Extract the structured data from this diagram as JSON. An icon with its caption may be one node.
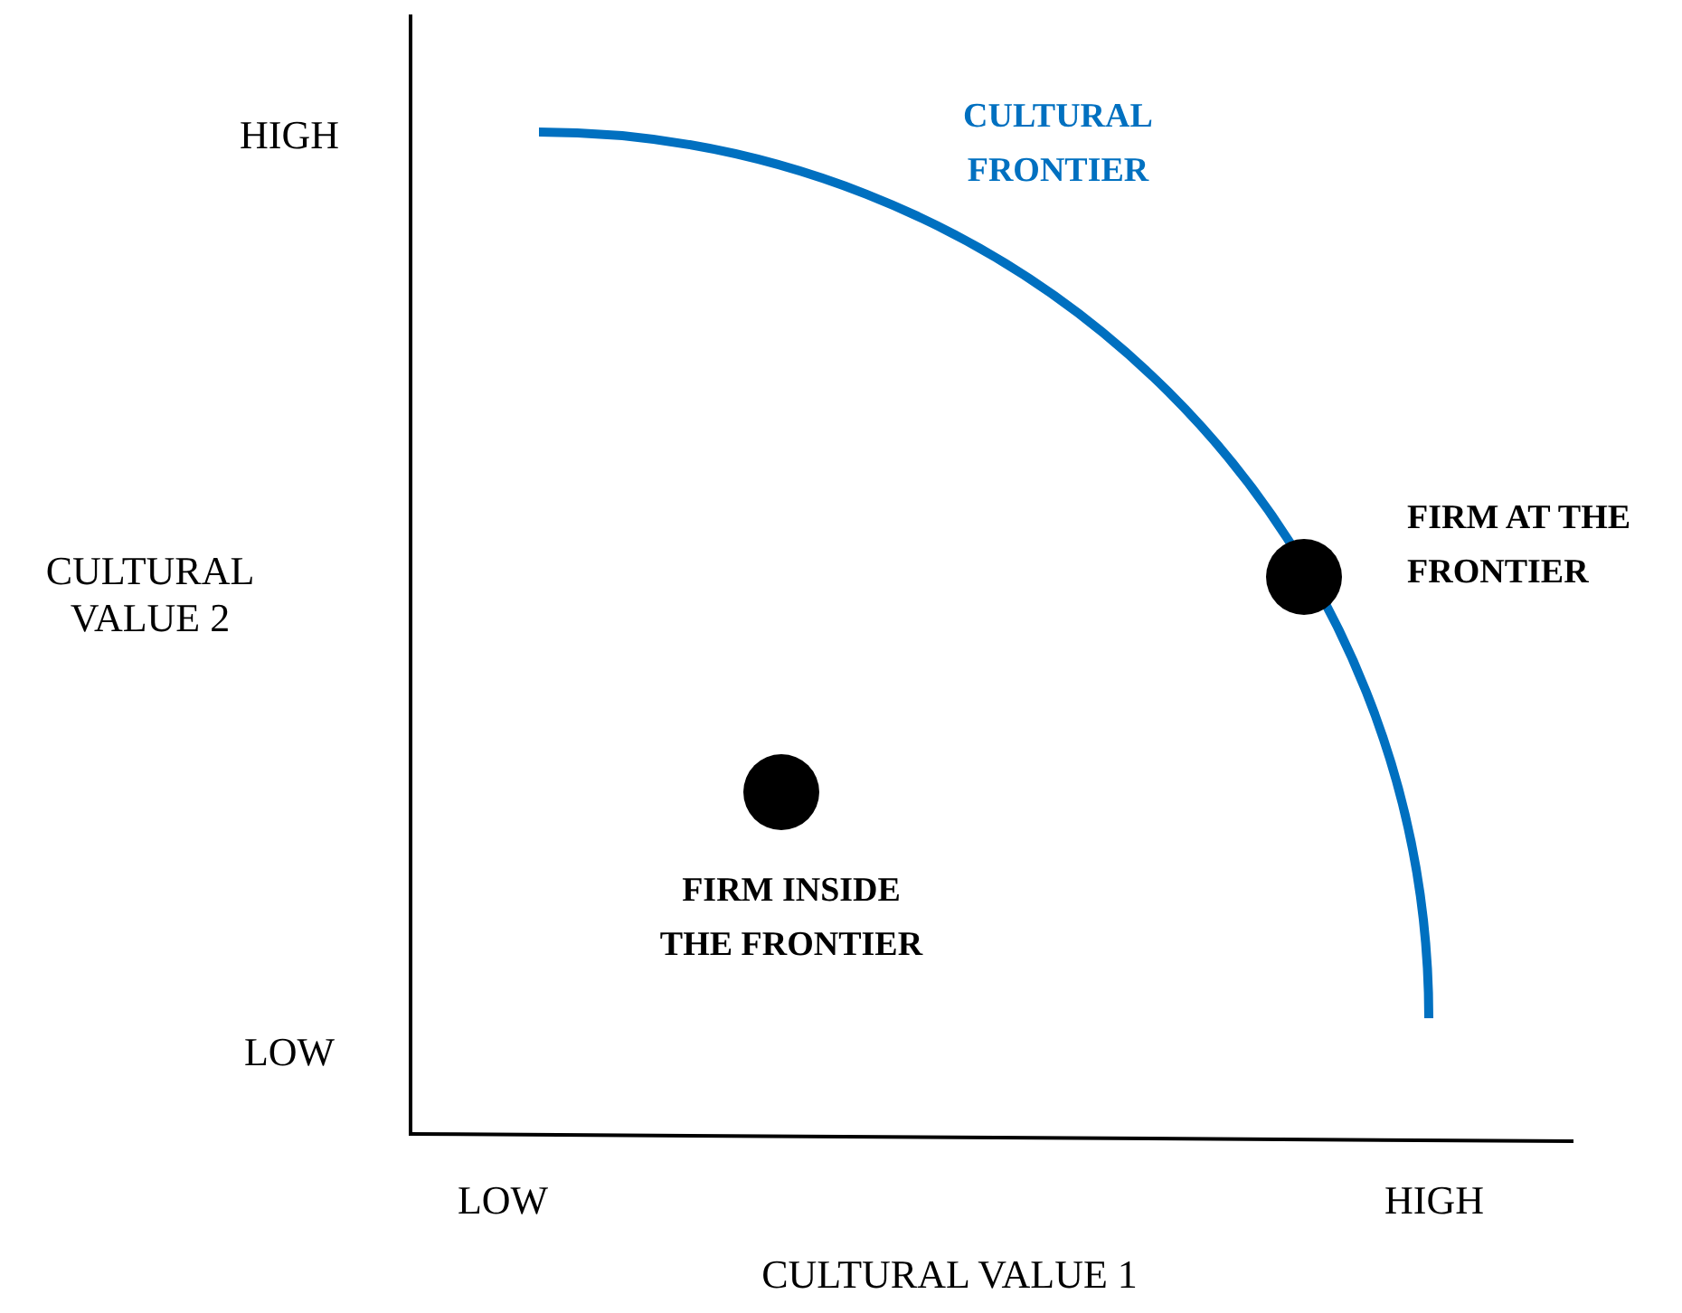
{
  "diagram": {
    "nodes": [
      {
        "text": [],
        "shape": "circle",
        "beside": [
          "FIRM AT THE FRONTIER"
        ]
      },
      {
        "text": [],
        "shape": "circle",
        "beside": [
          "FIRM INSIDE THE FRONTIER"
        ]
      }
    ],
    "labels": [
      "HIGH",
      "CULTURAL FRONTIER",
      "CULTURAL VALUE 2",
      "LOW",
      "LOW",
      "HIGH",
      "CULTURAL VALUE 1"
    ]
  }
}
